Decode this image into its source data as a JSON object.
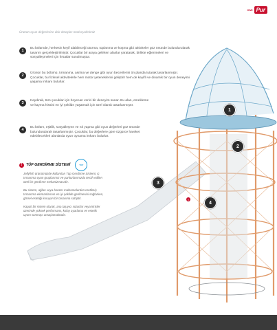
{
  "brand": {
    "small": "OMI",
    "big": "Pur"
  },
  "intro": "Ürünün oyun değerlerine dair detaylar-motiveyafetimiz",
  "items": [
    {
      "num": "1",
      "text": "Bu bölümde, herkesin keyif alabileceği oturma, toplanma ve koşma gibi aktiviteler göz önünde bulundurularak tasarım gerçekleştirilmiştir. Çocuklar bir araya gelirken alanlar yaratarak, birlikte eğlenmeleri ve sosyalleşmeleri için fırsatlar sunulmuştur."
    },
    {
      "num": "2",
      "text": "Ürünün bu bölümü, tırmanma, asılma ve denge gibi oyun becerilerini ön planda tutarak tasarlanmıştır. Çocuklar, bu fiziksel aktivitelerle hem motor yeteneklerini geliştirir hem de keyifli ve dinamik bir oyun deneyimi yaşama imkanı bulurlar."
    },
    {
      "num": "3",
      "text": "Kaydırak, tüm çocuklar için heyecan verici bir deneyim sunar. Bu alan, emekleme ve kayma hissini en iyi şekilde yaşatmak için özel olarak tasarlanmıştır."
    },
    {
      "num": "4",
      "text": "Bu bölüm, eşitlik, sosyalleşme ve rol yapma gibi oyun değerleri göz önünde bulundurularak tasarlanmıştır. Çocuklar, bu değerlere göre özgürce hareket edebilecekleri alanlarda oyun oynama imkanı bulurlar."
    }
  ],
  "tup": {
    "num": "!",
    "title": "TÜP GERDİRME SİSTEMİ",
    "badge": "TÜP",
    "paragraphs": [
      "Jellyfish ürünümüzde kullanılan Tüp Gerdirme Sistemi, iç tırmanma oyun gruplarımız ve parkurlarımızda tercih edilen özel bir gerdirme mekanizmasıdır.",
      "Bu sistem, ağları veya benzer malzemelerden üretilmiş tırmanma elemanlarının en iyi şekilde gerilmesini sağlarken, görsel estetiği koruyan bir tasarıma sahiptir.",
      "Kapalı bir sistem olarak, ana taşıyıcı sütunlar veya kirişler üzerinde yüksek performans, kolay ayarlama ve estetik uyum sunmayı amaçlamaktadır."
    ]
  },
  "markers": {
    "m1": "1",
    "m2": "2",
    "m3": "3",
    "m4": "4",
    "red": "!"
  },
  "colors": {
    "accent": "#c8102e",
    "tower_orange": "#e09a6a",
    "tower_blue": "#6aa6c8",
    "footer": "#3a3a3a"
  }
}
